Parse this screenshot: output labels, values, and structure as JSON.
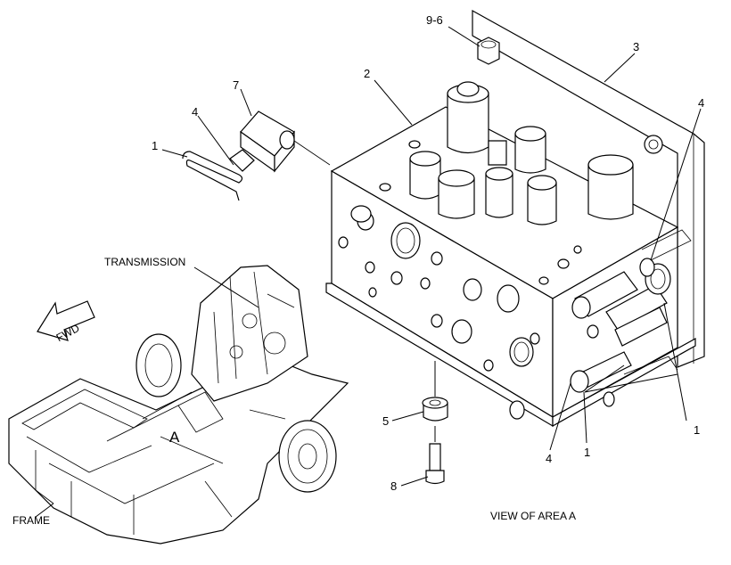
{
  "callouts": {
    "c96": "9-6",
    "c3": "3",
    "c2": "2",
    "c7": "7",
    "c4_top": "4",
    "c1_top": "1",
    "c4_right": "4",
    "c1_right": "1",
    "c5": "5",
    "c8": "8",
    "c4_bottom": "4",
    "c1_bottom": "1"
  },
  "labels": {
    "transmission": "TRANSMISSION",
    "fwd": "FWD",
    "area": "A",
    "frame": "FRAME",
    "view": "VIEW OF AREA A"
  }
}
